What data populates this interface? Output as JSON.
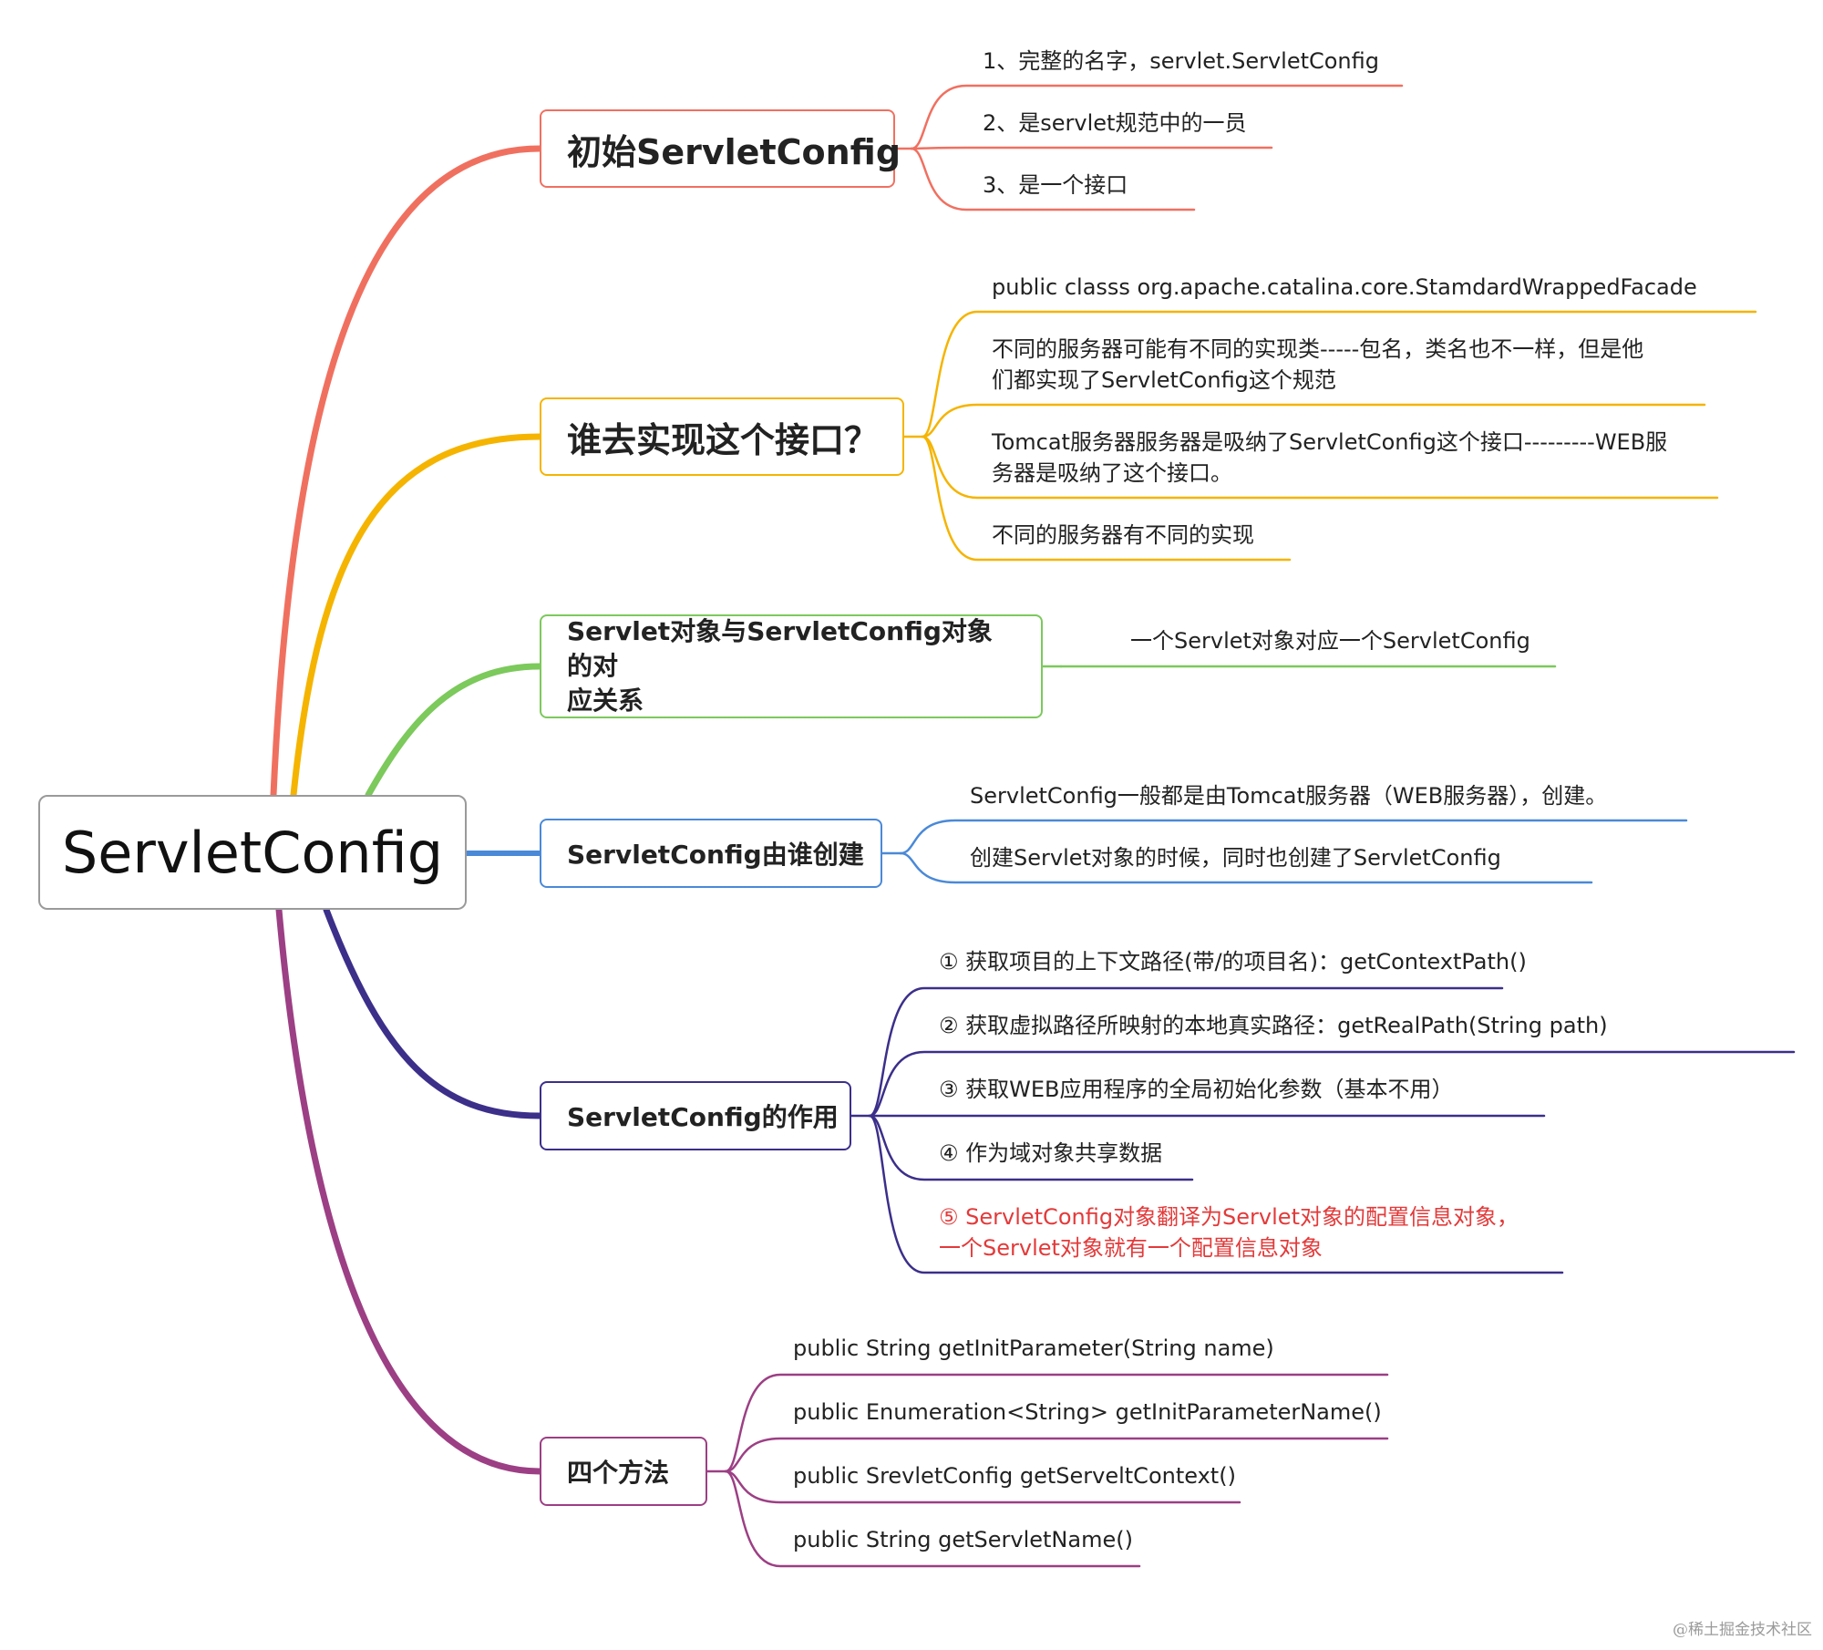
{
  "central": {
    "label": "ServletConfig"
  },
  "colors": {
    "b1": "#f07060",
    "b2": "#f5b400",
    "b3": "#7cc95c",
    "b4": "#4a89d8",
    "b5": "#3b2f8a",
    "b6": "#9c3f84",
    "highlight": "#e33a3a"
  },
  "branches": [
    {
      "label": "初始ServletConfig",
      "leaves": [
        "1、完整的名字，servlet.ServletConfig",
        "2、是servlet规范中的一员",
        "3、是一个接口"
      ]
    },
    {
      "label": "谁去实现这个接口？",
      "leaves": [
        "public  classs    org.apache.catalina.core.StamdardWrappedFacade",
        "不同的服务器可能有不同的实现类-----包名，类名也不一样，但是他\n们都实现了ServletConfig这个规范",
        "Tomcat服务器服务器是吸纳了ServletConfig这个接口---------WEB服\n务器是吸纳了这个接口。",
        "不同的服务器有不同的实现"
      ]
    },
    {
      "label": "Servlet对象与ServletConfig对象的对\n应关系",
      "leaves": [
        "一个Servlet对象对应一个ServletConfig"
      ]
    },
    {
      "label": "ServletConfig由谁创建",
      "leaves": [
        "ServletConfig一般都是由Tomcat服务器（WEB服务器），创建。",
        "创建Servlet对象的时候，同时也创建了ServletConfig"
      ]
    },
    {
      "label": "ServletConfig的作用",
      "leaves": [
        "① 获取项目的上下文路径(带/的项目名)：getContextPath()",
        "②  获取虚拟路径所映射的本地真实路径：getRealPath(String path)",
        "③ 获取WEB应用程序的全局初始化参数（基本不用）",
        "④ 作为域对象共享数据",
        "⑤ ServletConfig对象翻译为Servlet对象的配置信息对象，\n一个Servlet对象就有一个配置信息对象"
      ]
    },
    {
      "label": "四个方法",
      "leaves": [
        "public String getInitParameter(String name)",
        "public Enumeration<String> getInitParameterName()",
        "public SrevletConfig getServeltContext()",
        "public String getServletName()"
      ]
    }
  ],
  "watermark": "@稀土掘金技术社区"
}
